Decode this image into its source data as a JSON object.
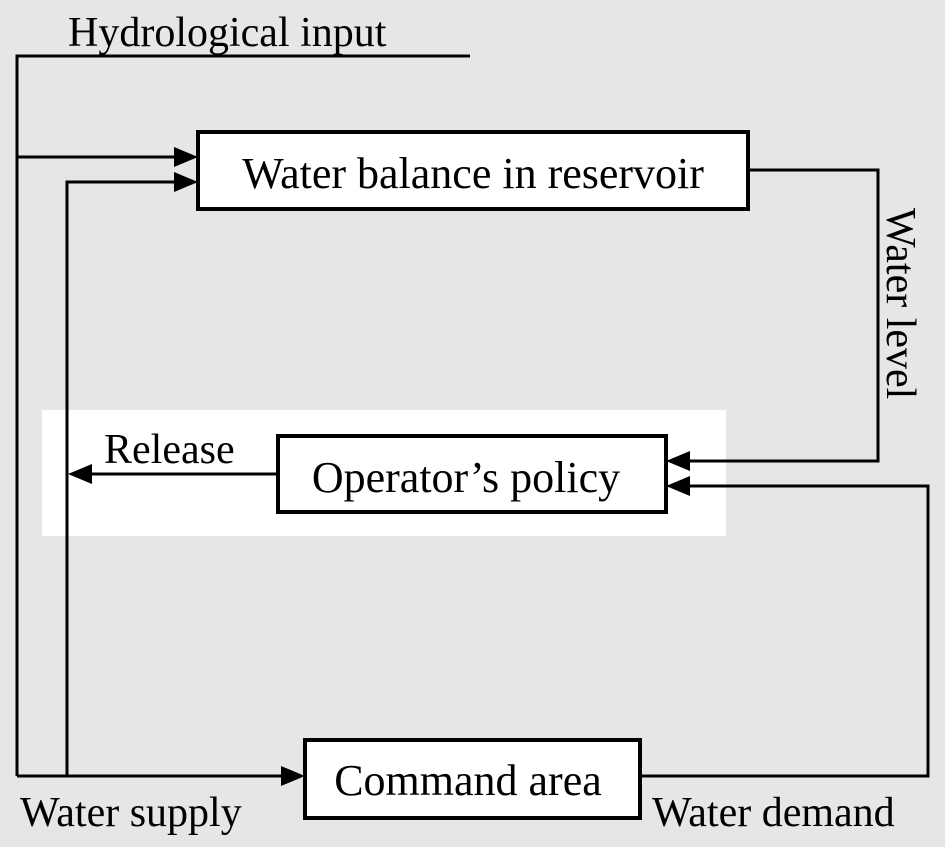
{
  "diagram": {
    "nodes": {
      "reservoir": "Water balance in reservoir",
      "policy": "Operator’s policy",
      "command": "Command area"
    },
    "edge_labels": {
      "hydrological_input": "Hydrological input",
      "water_level": "Water level",
      "release": "Release",
      "water_supply": "Water supply",
      "water_demand": "Water demand"
    },
    "colors": {
      "background": "#e6e6e6",
      "highlight_band": "#ffffff",
      "stroke": "#000000"
    }
  }
}
